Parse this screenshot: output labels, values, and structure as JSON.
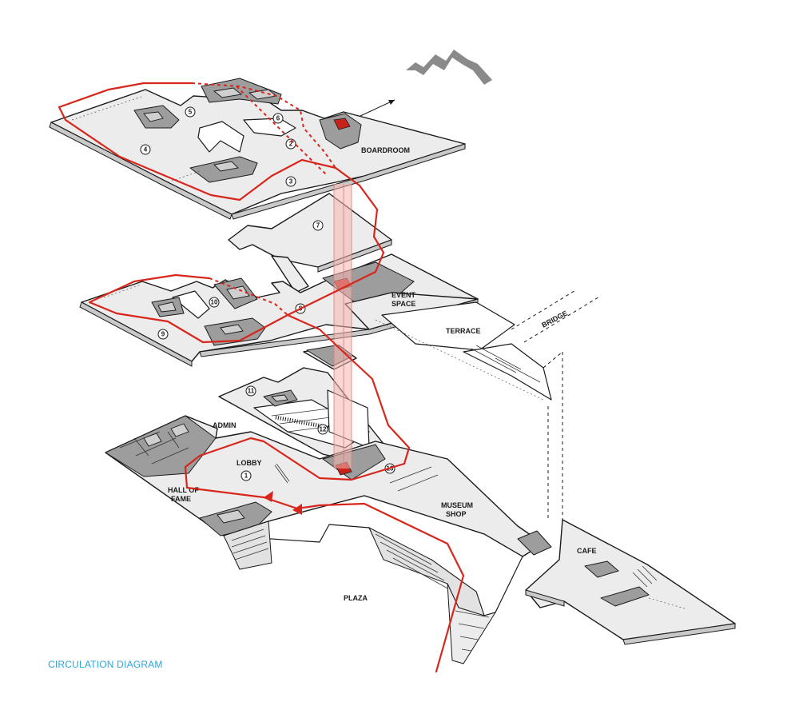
{
  "labels": {
    "boardroom": "BOARDROOM",
    "event_space_1": "EVENT",
    "event_space_2": "SPACE",
    "terrace": "TERRACE",
    "bridge": "BRIDGE",
    "admin": "ADMIN",
    "lobby": "LOBBY",
    "hall_of_fame_1": "HALL OF",
    "hall_of_fame_2": "FAME",
    "museum_shop_1": "MUSEUM",
    "museum_shop_2": "SHOP",
    "cafe": "CAFE",
    "plaza": "PLAZA"
  },
  "numbers": {
    "n1": "1",
    "n2": "2",
    "n3": "3",
    "n4": "4",
    "n5": "5",
    "n6": "6",
    "n7": "7",
    "n8": "8",
    "n9": "9",
    "n10": "10",
    "n11": "11",
    "n12": "12",
    "n13": "13"
  },
  "caption": "CIRCULATION DIAGRAM",
  "colors": {
    "route": "#d8261c",
    "caption": "#2aa6dd",
    "slab": "#ececec",
    "dark_rooms": "#9d9d9d"
  },
  "icons": {
    "mountains": "mountain-silhouette-icon",
    "north_arrow": "arrow-icon"
  }
}
